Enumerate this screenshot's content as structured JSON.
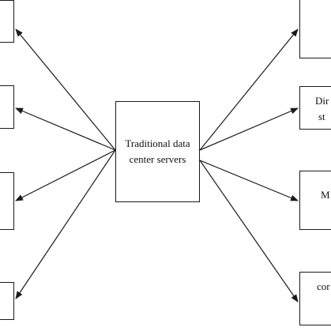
{
  "diagram": {
    "center": {
      "line1": "Traditional data",
      "line2": "center servers"
    },
    "left_nodes": [
      {
        "id": "left-1",
        "text": ""
      },
      {
        "id": "left-2",
        "text": ""
      },
      {
        "id": "left-3",
        "text": ""
      },
      {
        "id": "left-4",
        "text": ""
      }
    ],
    "right_nodes": [
      {
        "id": "right-1",
        "line1": "",
        "line2": ""
      },
      {
        "id": "right-2",
        "line1": "Dir",
        "line2": "st"
      },
      {
        "id": "right-3",
        "line1": "M",
        "line2": ""
      },
      {
        "id": "right-4",
        "line1": "",
        "line2": "cor"
      }
    ]
  }
}
